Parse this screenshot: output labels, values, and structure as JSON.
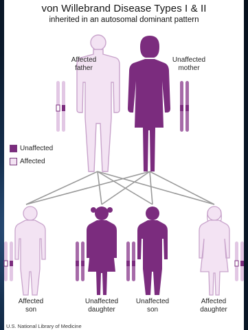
{
  "title": "von Willebrand Disease Types I & II",
  "subtitle": "inherited in an autosomal dominant pattern",
  "parents": {
    "father_label_line1": "Affected",
    "father_label_line2": "father",
    "mother_label_line1": "Unaffected",
    "mother_label_line2": "mother"
  },
  "legend": {
    "unaffected": "Unaffected",
    "affected": "Affected"
  },
  "children": [
    {
      "line1": "Affected",
      "line2": "son"
    },
    {
      "line1": "Unaffected",
      "line2": "daughter"
    },
    {
      "line1": "Unaffected",
      "line2": "son"
    },
    {
      "line1": "Affected",
      "line2": "daughter"
    }
  ],
  "credit": "U.S. National Library of Medicine",
  "colors": {
    "unaffected_fill": "#7b2c7e",
    "affected_fill": "#f3e3f3",
    "affected_stroke": "#c8a3cb",
    "lines": "#9a9a9a"
  }
}
